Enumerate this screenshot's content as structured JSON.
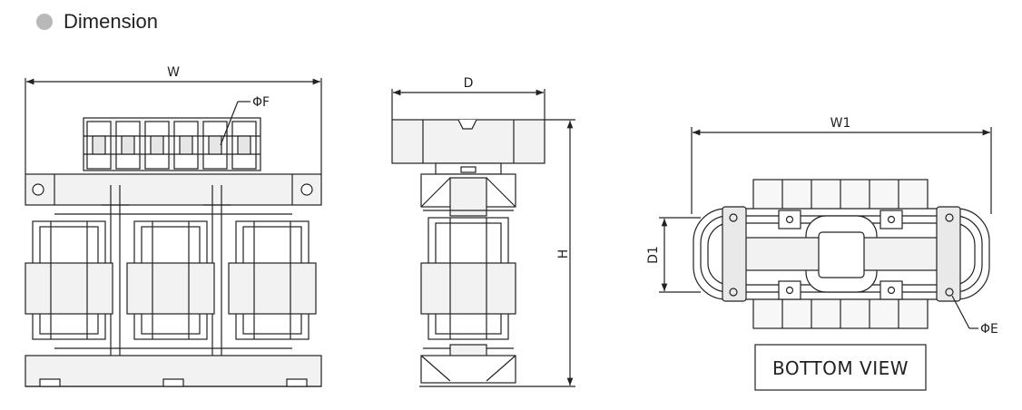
{
  "header": {
    "title": "Dimension",
    "bullet_color": "#b9b9b9"
  },
  "front_view": {
    "label_width": "W",
    "label_hole": "ΦF"
  },
  "side_view": {
    "label_depth": "D",
    "label_height": "H"
  },
  "bottom_view": {
    "label_width": "W1",
    "label_depth": "D1",
    "label_hole": "ΦE",
    "caption": "BOTTOM VIEW"
  },
  "colors": {
    "line": "#222222",
    "light_fill": "#f2f2f2",
    "dark_fill": "#cfcfcf"
  }
}
